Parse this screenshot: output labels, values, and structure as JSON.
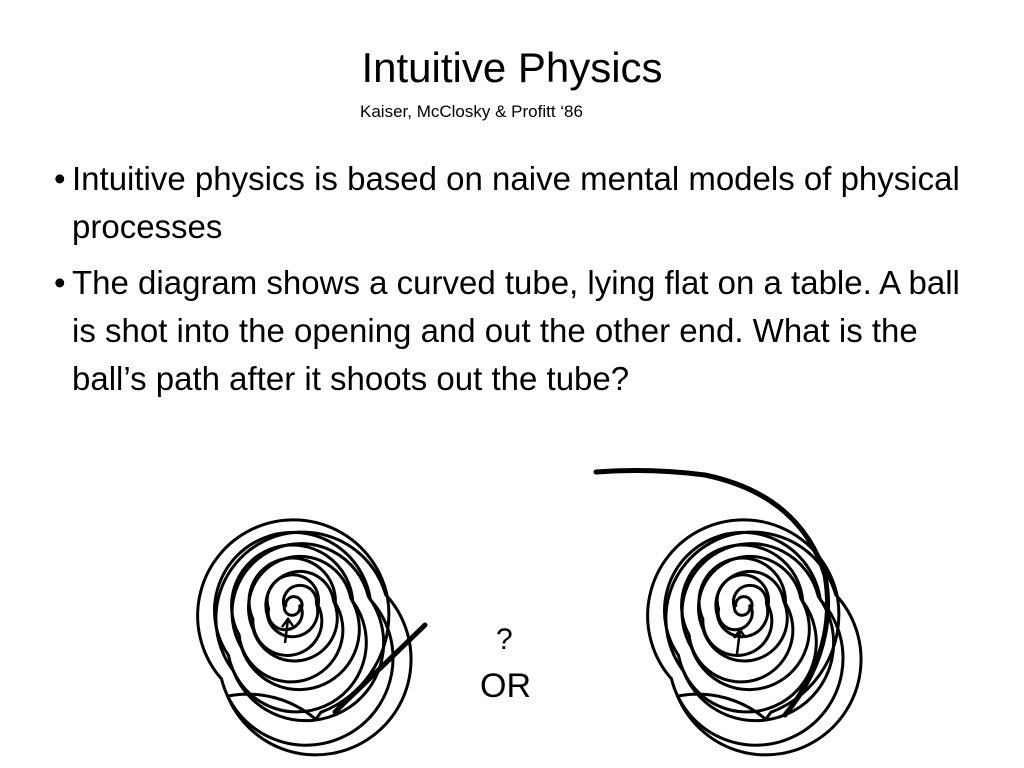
{
  "slide": {
    "title": "Intuitive Physics",
    "subtitle": "Kaiser, McClosky & Profitt ‘86",
    "bullet_symbol": "•",
    "bullets": [
      "Intuitive physics is based on naive mental models of physical processes",
      "The diagram shows a curved tube, lying flat on a table. A ball is shot into the opening and out the other end. What is the ball’s path after it shoots out the tube?"
    ]
  },
  "diagram": {
    "question_mark": "?",
    "or_label": "OR",
    "options": [
      "straight-path",
      "curved-path"
    ]
  }
}
